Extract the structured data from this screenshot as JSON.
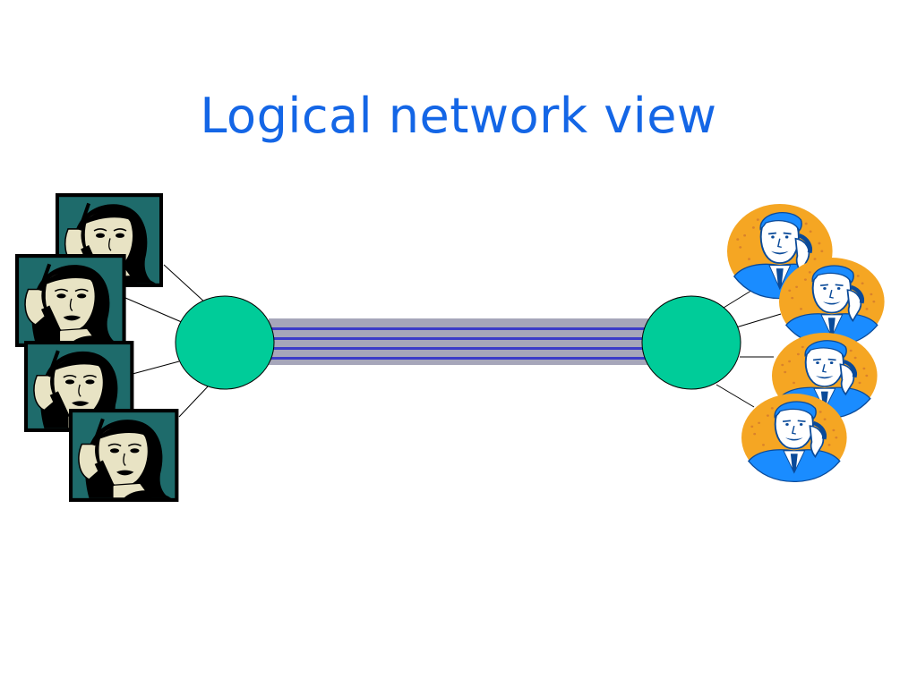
{
  "slide": {
    "title": "Logical network view"
  },
  "colors": {
    "title": "#1466e6",
    "node_fill": "#00cc99",
    "node_stroke": "#000000",
    "trunk_light": "#a6a6ba",
    "trunk_dark": "#3c3cc8",
    "woman_frame_bg": "#1e6b6b",
    "woman_skin": "#e8e3c4",
    "man_blue": "#1a8cff",
    "man_orange": "#f5a623",
    "link_line": "#000000"
  },
  "diagram": {
    "left_endpoints": [
      {
        "icon": "woman-on-phone-icon"
      },
      {
        "icon": "woman-on-phone-icon"
      },
      {
        "icon": "woman-on-phone-icon"
      },
      {
        "icon": "woman-on-phone-icon"
      }
    ],
    "right_endpoints": [
      {
        "icon": "man-on-phone-icon"
      },
      {
        "icon": "man-on-phone-icon"
      },
      {
        "icon": "man-on-phone-icon"
      },
      {
        "icon": "man-on-phone-icon"
      }
    ],
    "nodes": [
      "left-switch-node",
      "right-switch-node"
    ],
    "trunk_channels": 4
  }
}
